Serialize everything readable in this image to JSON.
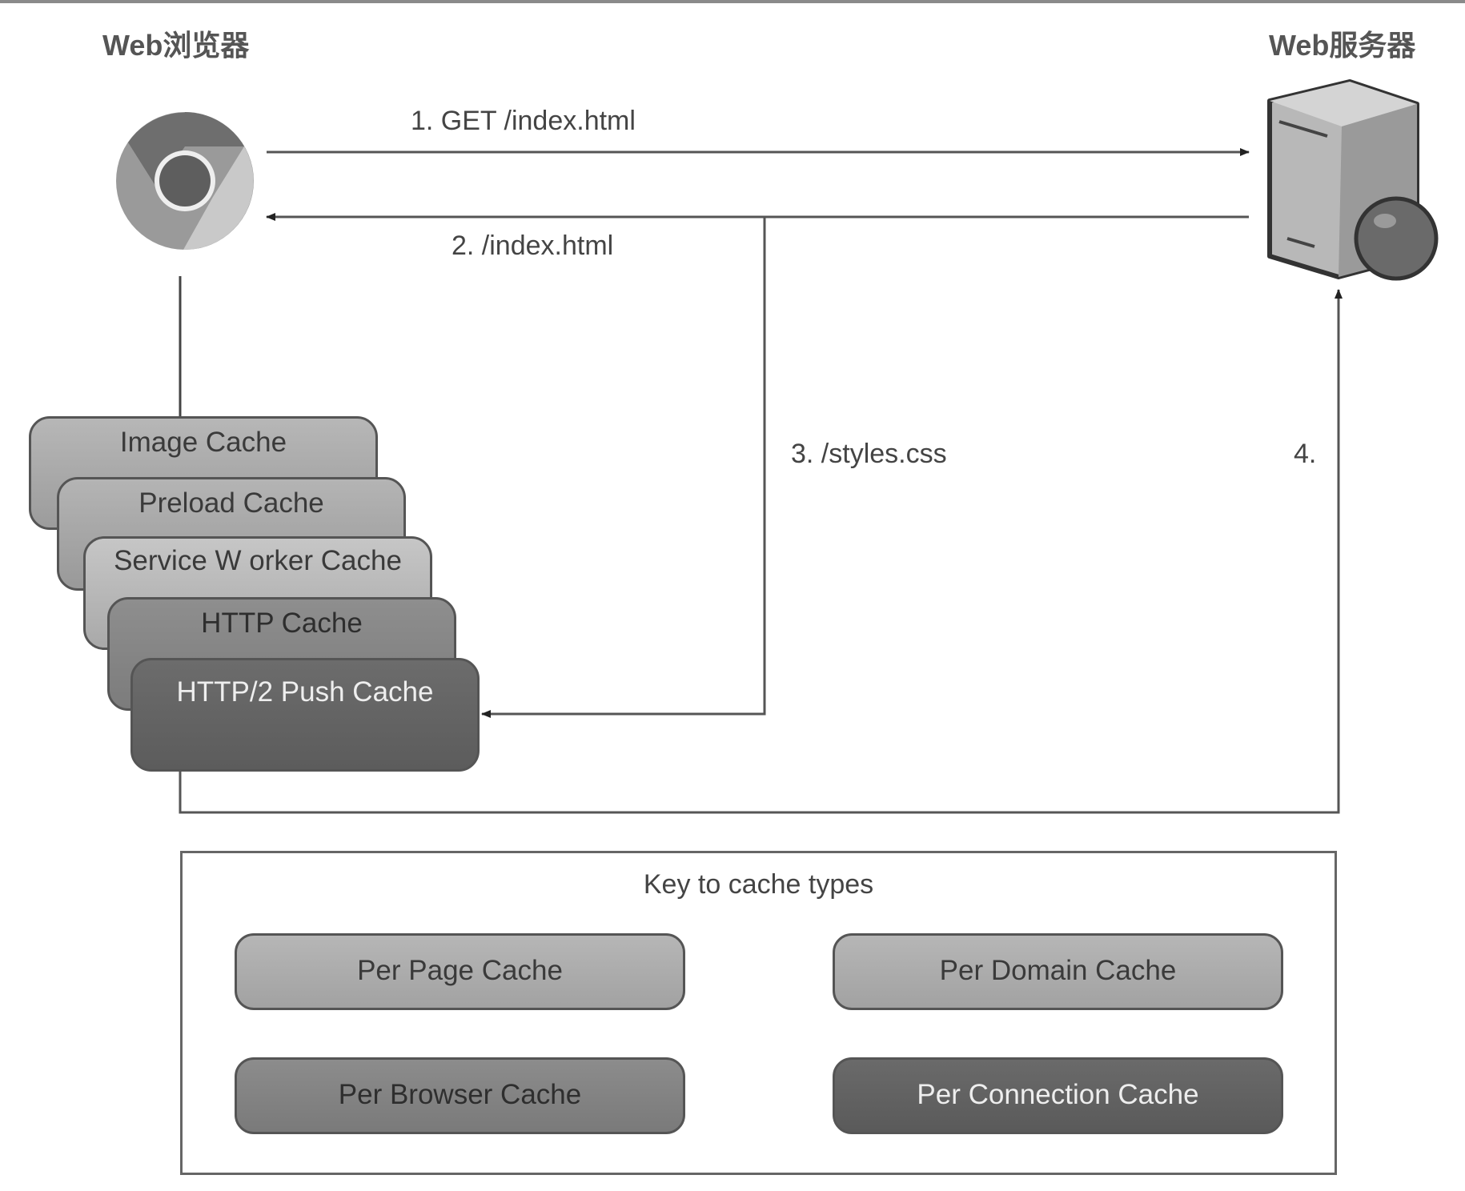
{
  "header": {
    "browser_label": "Web浏览器",
    "server_label": "Web服务器"
  },
  "icons": {
    "browser": "chrome-browser-icon",
    "server": "web-server-icon"
  },
  "flow": {
    "step1": "1. GET /index.html",
    "step2": "2. /index.html",
    "step3": "3. /styles.css",
    "step4": "4."
  },
  "cache_stack": [
    {
      "label": "Image Cache",
      "type": "Per Page Cache"
    },
    {
      "label": "Preload Cache",
      "type": "Per Page Cache"
    },
    {
      "label": "Service W orker Cache",
      "type": "Per Domain Cache"
    },
    {
      "label": "HTTP Cache",
      "type": "Per Browser Cache"
    },
    {
      "label": "HTTP/2 Push Cache",
      "type": "Per Connection Cache"
    }
  ],
  "key": {
    "title": "Key to cache types",
    "items": [
      {
        "label": "Per Page Cache",
        "color": "#aaaaaa"
      },
      {
        "label": "Per Domain Cache",
        "color": "#aaaaaa"
      },
      {
        "label": "Per Browser Cache",
        "color": "#838383"
      },
      {
        "label": "Per Connection Cache",
        "color": "#626262"
      }
    ]
  }
}
